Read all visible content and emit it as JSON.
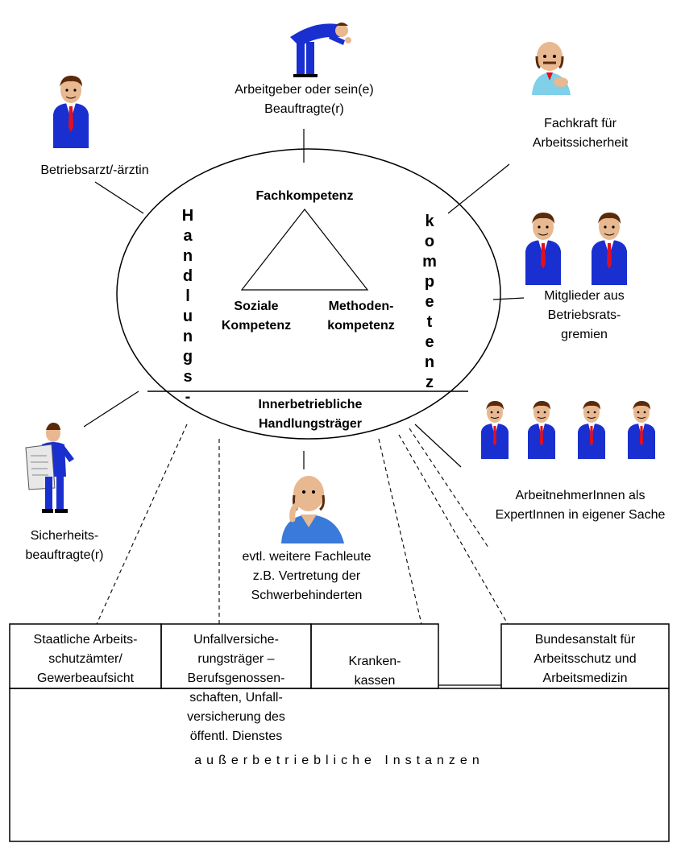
{
  "diagram": {
    "roles": {
      "arbeitgeber": "Arbeitgeber oder sein(e)\nBeauftragte(r)",
      "betriebsarzt": "Betriebsarzt/-ärztin",
      "fachkraft": "Fachkraft für\nArbeitssicherheit",
      "betriebsrat": "Mitglieder aus\nBetriebsrats-\ngremien",
      "arbeitnehmer": "ArbeitnehmerInnen als\nExpertInnen in eigener Sache",
      "sicherheitsbeauftragte": "Sicherheits-\nbeauftragte(r)",
      "weitere": "evtl. weitere Fachleute\nz.B. Vertretung der\nSchwerbehinderten"
    },
    "circle": {
      "left_vertical": "H\na\nn\nd\nl\nu\nn\ng\ns\n-",
      "right_vertical": "k\no\nm\np\ne\nt\ne\nn\nz",
      "fach": "Fachkompetenz",
      "sozial": "Soziale\nKompetenz",
      "methoden": "Methoden-\nkompetenz",
      "bottom": "Innerbetriebliche\nHandlungsträger"
    },
    "boxes": {
      "staatlich": "Staatliche Arbeits-\nschutzämter/\nGewerbeaufsicht",
      "unfall": "Unfallversiche-\nrungsträger –\nBerufsgenossen-\nschaften, Unfall-\nversicherung des\nöffentl. Dienstes",
      "kranken": "Kranken-\nkassen",
      "bundesanstalt": "Bundesanstalt für\nArbeitsschutz und\nArbeitsmedizin",
      "ausser": "außerbetriebliche Instanzen"
    }
  },
  "colors": {
    "suit": "#1a2fd0",
    "tie": "#e0101e",
    "skin": "#e8b890",
    "hair": "#5a2a0a",
    "shirt_blue": "#3a7ad8"
  }
}
